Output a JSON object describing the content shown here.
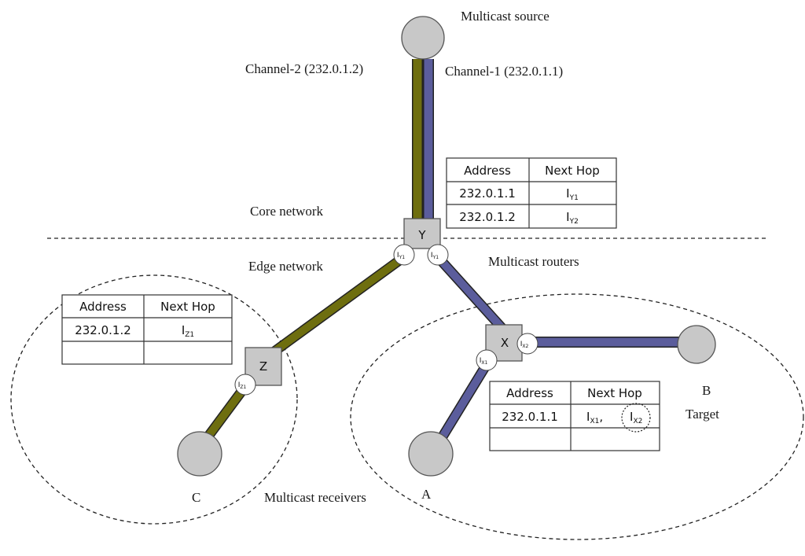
{
  "labels": {
    "multicast_source": "Multicast source",
    "channel_2": "Channel-2 (232.0.1.2)",
    "channel_1": "Channel-1 (232.0.1.1)",
    "core_network": "Core network",
    "edge_network": "Edge network",
    "multicast_routers": "Multicast routers",
    "multicast_receivers": "Multicast receivers",
    "target": "Target"
  },
  "routers": {
    "y": "Y",
    "x": "X",
    "z": "Z"
  },
  "receivers": {
    "a": "A",
    "b": "B",
    "c": "C"
  },
  "interfaces": {
    "y_left": {
      "base": "I",
      "sub": "Y1"
    },
    "y_right": {
      "base": "I",
      "sub": "Y1"
    },
    "x_right": {
      "base": "I",
      "sub": "X2"
    },
    "x_bottom": {
      "base": "I",
      "sub": "X1"
    },
    "z_bottom": {
      "base": "I",
      "sub": "Z1"
    }
  },
  "tables": {
    "core": {
      "headers": [
        "Address",
        "Next Hop"
      ],
      "rows": [
        {
          "address": "232.0.1.1",
          "hop_base": "I",
          "hop_sub": "Y1"
        },
        {
          "address": "232.0.1.2",
          "hop_base": "I",
          "hop_sub": "Y2"
        }
      ]
    },
    "left": {
      "headers": [
        "Address",
        "Next Hop"
      ],
      "rows": [
        {
          "address": "232.0.1.2",
          "hop_base": "I",
          "hop_sub": "Z1"
        },
        {
          "address": "",
          "hop_base": "",
          "hop_sub": ""
        }
      ]
    },
    "right": {
      "headers": [
        "Address",
        "Next Hop"
      ],
      "rows": [
        {
          "address": "232.0.1.1",
          "hop_base": "I",
          "hop_sub": "X1",
          "hop_sep": ",",
          "hop2_base": "I",
          "hop2_sub": "X2"
        },
        {
          "address": "",
          "hop_base": "",
          "hop_sub": ""
        }
      ]
    }
  },
  "colors": {
    "channel_1": "#5b5d9c",
    "channel_2": "#6e6e0f",
    "node_fill": "#c8c8c8",
    "node_stroke": "#555555",
    "dashed": "#222222"
  }
}
